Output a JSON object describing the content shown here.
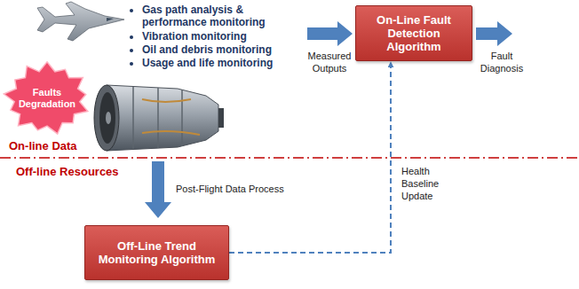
{
  "diagram": {
    "nodes": [
      {
        "text": [
          "Faults Degradation"
        ]
      },
      {
        "text": [
          "On-Line Fault Detection Algorithm"
        ]
      },
      {
        "text": [
          "Off-Line Trend Monitoring Algorithm"
        ]
      }
    ],
    "edges": [
      {
        "from": 2,
        "to": 1,
        "arrow": "to",
        "label": "Health Baseline Update"
      }
    ],
    "labels": [
      "Gas path analysis & performance monitoring",
      "Vibration monitoring",
      "Oil and debris monitoring",
      "Usage and life monitoring",
      "Measured Outputs",
      "Fault Diagnosis",
      "On-line Data",
      "Off-line Resources",
      "Post-Flight Data Process"
    ]
  }
}
